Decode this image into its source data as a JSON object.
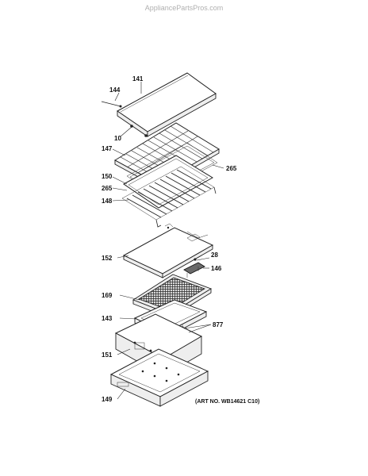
{
  "site_title": "AppliancePartsPros.com",
  "art_number": "(ART NO. WB14621 C10)",
  "callouts": {
    "c141": "141",
    "c144": "144",
    "c10": "10",
    "c147": "147",
    "c265a": "265",
    "c150": "150",
    "c265b": "265",
    "c148": "148",
    "c152": "152",
    "c28": "28",
    "c146": "146",
    "c169": "169",
    "c143": "143",
    "c877": "877",
    "c151": "151",
    "c149": "149"
  }
}
